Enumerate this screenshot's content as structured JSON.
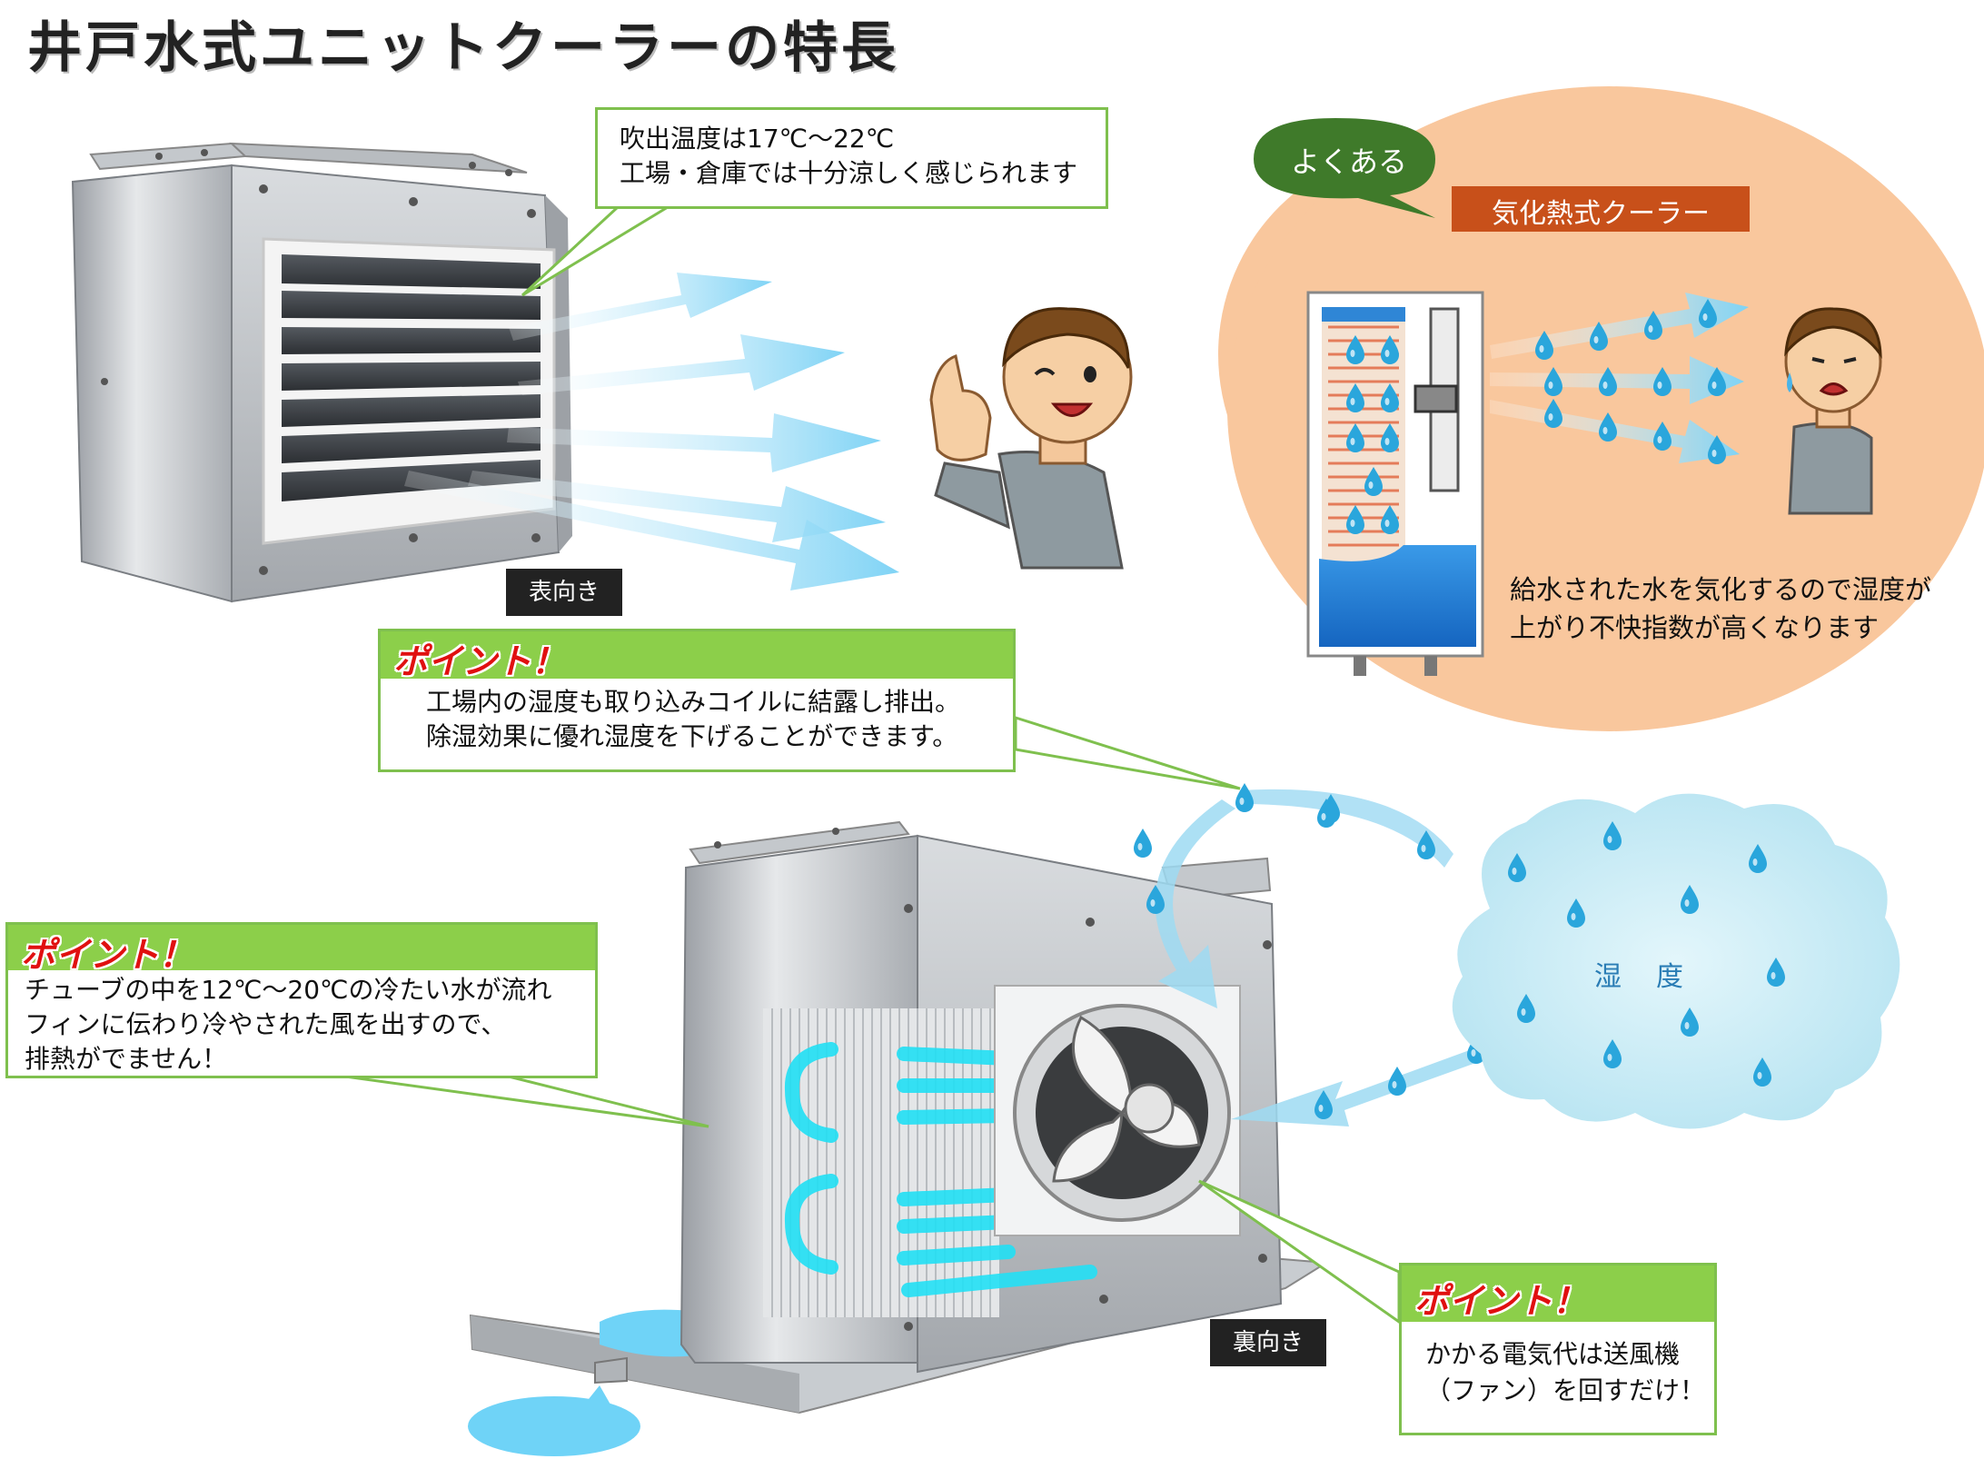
{
  "title": "井戸水式ユニットクーラーの特長",
  "outlet_callout": {
    "line1": "吹出温度は17℃～22℃",
    "line2": "工場・倉庫では十分涼しく感じられます"
  },
  "front_label": "表向き",
  "back_label": "裏向き",
  "common": {
    "bubble": "よくある",
    "title": "気化熱式クーラー",
    "desc_line1": "給水された水を気化するので湿度が",
    "desc_line2": "上がり不快指数が高くなります"
  },
  "point1": {
    "head": "ポイント！",
    "line1": "工場内の湿度も取り込みコイルに結露し排出。",
    "line2": "除湿効果に優れ湿度を下げることができます。"
  },
  "point2": {
    "head": "ポイント！",
    "line1": "チューブの中を12℃～20℃の冷たい水が流れ",
    "line2": "フィンに伝わり冷やされた風を出すので、",
    "line3": "排熱がでません！"
  },
  "point3": {
    "head": "ポイント！",
    "line1": "かかる電気代は送風機",
    "line2": "（ファン）を回すだけ！"
  },
  "humidity_cloud": "湿　度",
  "colors": {
    "accent_green": "#8ccf4a",
    "point_red": "#e01010",
    "circle_peach": "#f9c79d",
    "bubble_green": "#3f7a2a",
    "label_orange": "#c8501a",
    "water_blue": "#1e7fd8",
    "cold_cyan": "#22e0f5",
    "cloud_blue": "#bfe8f3"
  }
}
